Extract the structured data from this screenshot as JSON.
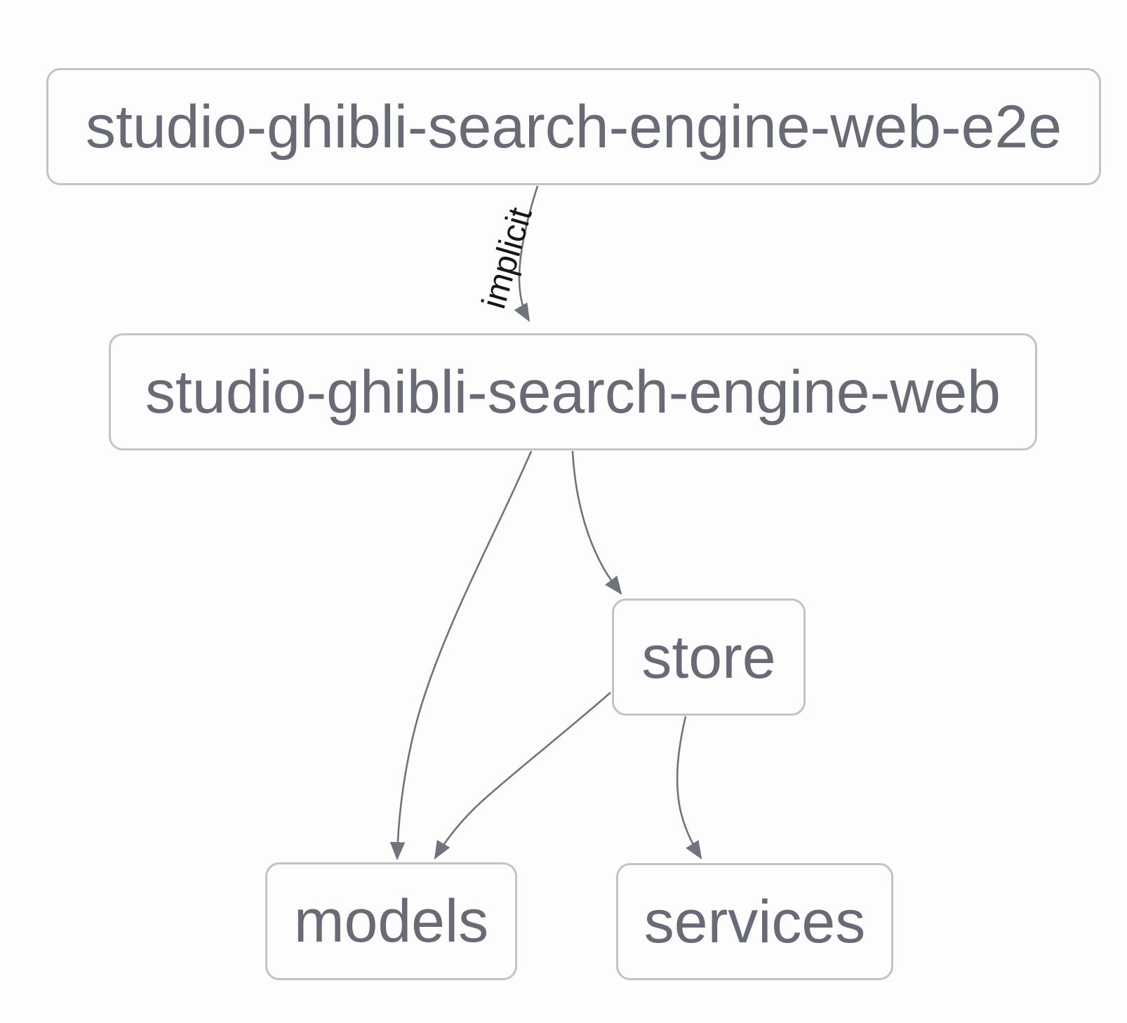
{
  "graph": {
    "nodes": [
      {
        "id": "studio-ghibli-search-engine-web-e2e",
        "label": "studio-ghibli-search-engine-web-e2e"
      },
      {
        "id": "studio-ghibli-search-engine-web",
        "label": "studio-ghibli-search-engine-web"
      },
      {
        "id": "store",
        "label": "store"
      },
      {
        "id": "models",
        "label": "models"
      },
      {
        "id": "services",
        "label": "services"
      }
    ],
    "edges": [
      {
        "from": "studio-ghibli-search-engine-web-e2e",
        "to": "studio-ghibli-search-engine-web",
        "label": "implicit"
      },
      {
        "from": "studio-ghibli-search-engine-web",
        "to": "models",
        "label": ""
      },
      {
        "from": "studio-ghibli-search-engine-web",
        "to": "store",
        "label": ""
      },
      {
        "from": "store",
        "to": "models",
        "label": ""
      },
      {
        "from": "store",
        "to": "services",
        "label": ""
      }
    ],
    "colors": {
      "background": "#fdfdfd",
      "node_border": "#c2c2c8",
      "node_fill": "#fdfdfe",
      "node_text": "#686b76",
      "edge": "#70737c",
      "edge_label_text": "#161616"
    }
  }
}
